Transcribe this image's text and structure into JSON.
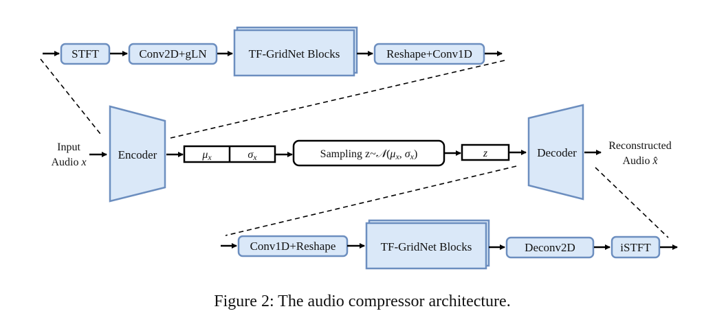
{
  "figure": {
    "caption": "Figure 2: The audio compressor architecture.",
    "accent_fill": "#dae8f8",
    "accent_stroke": "#6c8ebf"
  },
  "encoder_pipeline": {
    "blocks": [
      {
        "label": "STFT"
      },
      {
        "label": "Conv2D+gLN"
      },
      {
        "label": "TF-GridNet Blocks",
        "stacked": true
      },
      {
        "label": "Reshape+Conv1D"
      }
    ]
  },
  "main_flow": {
    "input_label_line1": "Input",
    "input_label_line2": "Audio ",
    "input_var": "x",
    "encoder_label": "Encoder",
    "mu_label": "μ",
    "mu_sub": "x",
    "sigma_label": "σ",
    "sigma_sub": "x",
    "sampling_label": "Sampling z~",
    "sampling_dist": "𝒩",
    "sampling_args_open": "(",
    "sampling_mu": "μ",
    "sampling_mu_sub": "x",
    "sampling_comma": ", ",
    "sampling_sigma": "σ",
    "sampling_sigma_sub": "x",
    "sampling_args_close": ")",
    "z_label": "z",
    "decoder_label": "Decoder",
    "output_label_line1": "Reconstructed",
    "output_label_line2": "Audio ",
    "output_var": "x̂"
  },
  "decoder_pipeline": {
    "blocks": [
      {
        "label": "Conv1D+Reshape"
      },
      {
        "label": "TF-GridNet Blocks",
        "stacked": true
      },
      {
        "label": "Deconv2D"
      },
      {
        "label": "iSTFT"
      }
    ]
  }
}
